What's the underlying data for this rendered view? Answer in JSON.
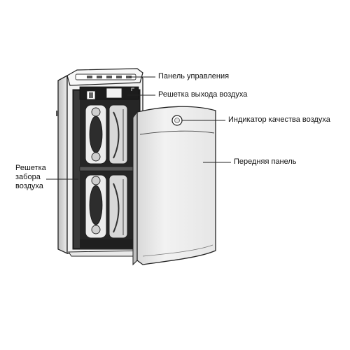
{
  "labels": {
    "control_panel": "Панель управления",
    "air_outlet_grille": "Решетка выхода воздуха",
    "air_quality_indicator": "Индикатор качества воздуха",
    "front_panel": "Передняя панель",
    "air_intake_grille_line1": "Решетка",
    "air_intake_grille_line2": "забора",
    "air_intake_grille_line3": "воздуха"
  },
  "colors": {
    "line": "#222222",
    "housing_fill": "#f4f4f4",
    "panel_fill": "#ededed",
    "interior_dark": "#2a2a2a"
  }
}
